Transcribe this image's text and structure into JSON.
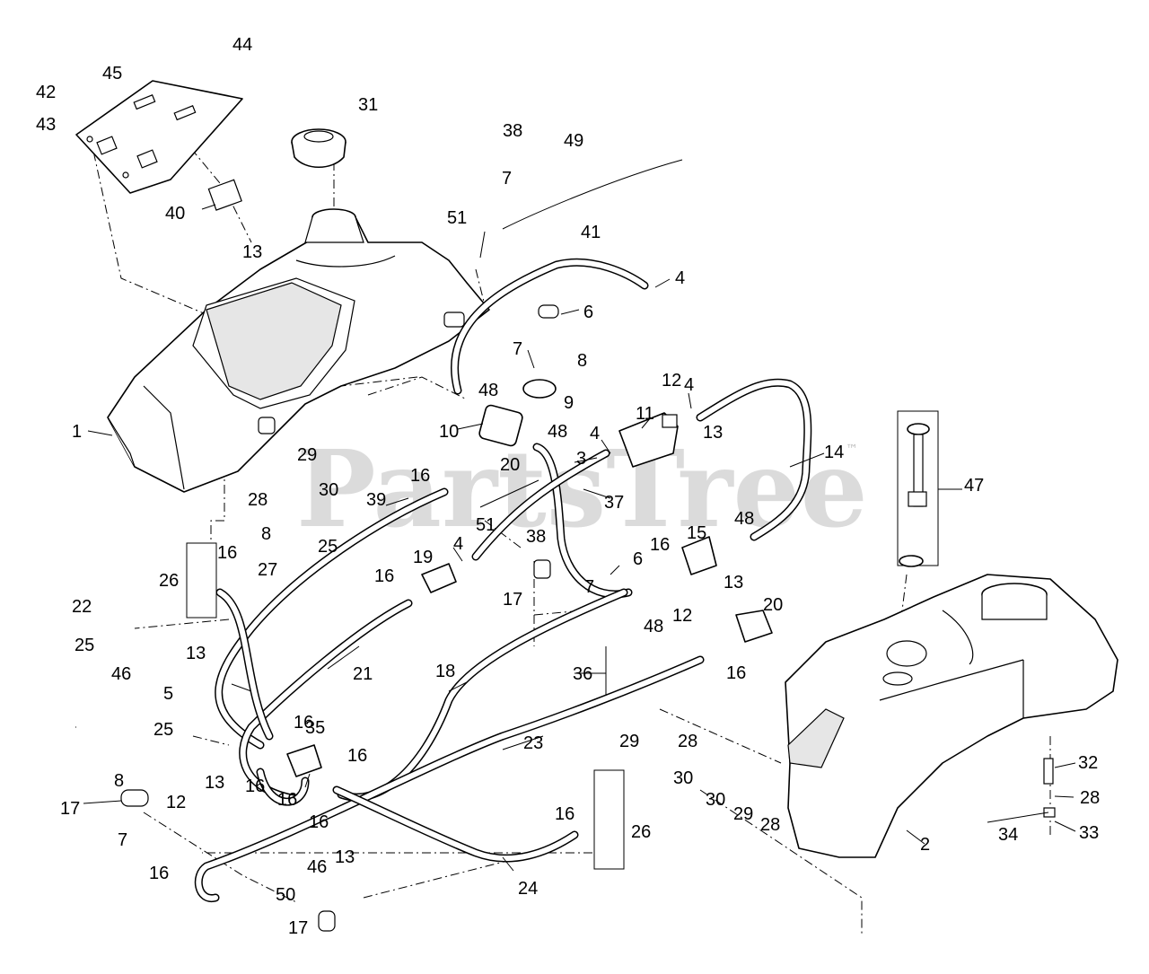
{
  "watermark": {
    "text": "PartsTree",
    "trademark": "™"
  },
  "callouts": [
    {
      "id": "c1",
      "text": "1"
    },
    {
      "id": "c2",
      "text": "2"
    },
    {
      "id": "c3",
      "text": "3"
    },
    {
      "id": "c4a",
      "text": "4"
    },
    {
      "id": "c4b",
      "text": "4"
    },
    {
      "id": "c4c",
      "text": "4"
    },
    {
      "id": "c4d",
      "text": "4"
    },
    {
      "id": "c5",
      "text": "5"
    },
    {
      "id": "c6a",
      "text": "6"
    },
    {
      "id": "c6b",
      "text": "6"
    },
    {
      "id": "c7a",
      "text": "7"
    },
    {
      "id": "c7b",
      "text": "7"
    },
    {
      "id": "c7c",
      "text": "7"
    },
    {
      "id": "c7d",
      "text": "7"
    },
    {
      "id": "c8a",
      "text": "8"
    },
    {
      "id": "c8b",
      "text": "8"
    },
    {
      "id": "c8c",
      "text": "8"
    },
    {
      "id": "c9",
      "text": "9"
    },
    {
      "id": "c10",
      "text": "10"
    },
    {
      "id": "c11",
      "text": "11"
    },
    {
      "id": "c12a",
      "text": "12"
    },
    {
      "id": "c12b",
      "text": "12"
    },
    {
      "id": "c12c",
      "text": "12"
    },
    {
      "id": "c13a",
      "text": "13"
    },
    {
      "id": "c13b",
      "text": "13"
    },
    {
      "id": "c13c",
      "text": "13"
    },
    {
      "id": "c13d",
      "text": "13"
    },
    {
      "id": "c13e",
      "text": "13"
    },
    {
      "id": "c13f",
      "text": "13"
    },
    {
      "id": "c14",
      "text": "14"
    },
    {
      "id": "c15",
      "text": "15"
    },
    {
      "id": "c16a",
      "text": "16"
    },
    {
      "id": "c16b",
      "text": "16"
    },
    {
      "id": "c16c",
      "text": "16"
    },
    {
      "id": "c16d",
      "text": "16"
    },
    {
      "id": "c16e",
      "text": "16"
    },
    {
      "id": "c16f",
      "text": "16"
    },
    {
      "id": "c16g",
      "text": "16"
    },
    {
      "id": "c16h",
      "text": "16"
    },
    {
      "id": "c16i",
      "text": "16"
    },
    {
      "id": "c16j",
      "text": "16"
    },
    {
      "id": "c16k",
      "text": "16"
    },
    {
      "id": "c16l",
      "text": "16"
    },
    {
      "id": "c17a",
      "text": "17"
    },
    {
      "id": "c17b",
      "text": "17"
    },
    {
      "id": "c17c",
      "text": "17"
    },
    {
      "id": "c18",
      "text": "18"
    },
    {
      "id": "c19",
      "text": "19"
    },
    {
      "id": "c20a",
      "text": "20"
    },
    {
      "id": "c20b",
      "text": "20"
    },
    {
      "id": "c21",
      "text": "21"
    },
    {
      "id": "c22",
      "text": "22"
    },
    {
      "id": "c23",
      "text": "23"
    },
    {
      "id": "c24",
      "text": "24"
    },
    {
      "id": "c25a",
      "text": "25"
    },
    {
      "id": "c25b",
      "text": "25"
    },
    {
      "id": "c25c",
      "text": "25"
    },
    {
      "id": "c26a",
      "text": "26"
    },
    {
      "id": "c26b",
      "text": "26"
    },
    {
      "id": "c27",
      "text": "27"
    },
    {
      "id": "c28a",
      "text": "28"
    },
    {
      "id": "c28b",
      "text": "28"
    },
    {
      "id": "c28c",
      "text": "28"
    },
    {
      "id": "c28d",
      "text": "28"
    },
    {
      "id": "c29a",
      "text": "29"
    },
    {
      "id": "c29b",
      "text": "29"
    },
    {
      "id": "c29c",
      "text": "29"
    },
    {
      "id": "c30a",
      "text": "30"
    },
    {
      "id": "c30b",
      "text": "30"
    },
    {
      "id": "c30c",
      "text": "30"
    },
    {
      "id": "c31",
      "text": "31"
    },
    {
      "id": "c32",
      "text": "32"
    },
    {
      "id": "c33",
      "text": "33"
    },
    {
      "id": "c34",
      "text": "34"
    },
    {
      "id": "c35",
      "text": "35"
    },
    {
      "id": "c36",
      "text": "36"
    },
    {
      "id": "c37",
      "text": "37"
    },
    {
      "id": "c38a",
      "text": "38"
    },
    {
      "id": "c38b",
      "text": "38"
    },
    {
      "id": "c39",
      "text": "39"
    },
    {
      "id": "c40",
      "text": "40"
    },
    {
      "id": "c41",
      "text": "41"
    },
    {
      "id": "c42",
      "text": "42"
    },
    {
      "id": "c43",
      "text": "43"
    },
    {
      "id": "c44",
      "text": "44"
    },
    {
      "id": "c45",
      "text": "45"
    },
    {
      "id": "c46a",
      "text": "46"
    },
    {
      "id": "c46b",
      "text": "46"
    },
    {
      "id": "c47",
      "text": "47"
    },
    {
      "id": "c48a",
      "text": "48"
    },
    {
      "id": "c48b",
      "text": "48"
    },
    {
      "id": "c48c",
      "text": "48"
    },
    {
      "id": "c48d",
      "text": "48"
    },
    {
      "id": "c49",
      "text": "49"
    },
    {
      "id": "c50",
      "text": "50"
    },
    {
      "id": "c51a",
      "text": "51"
    },
    {
      "id": "c51b",
      "text": "51"
    }
  ]
}
